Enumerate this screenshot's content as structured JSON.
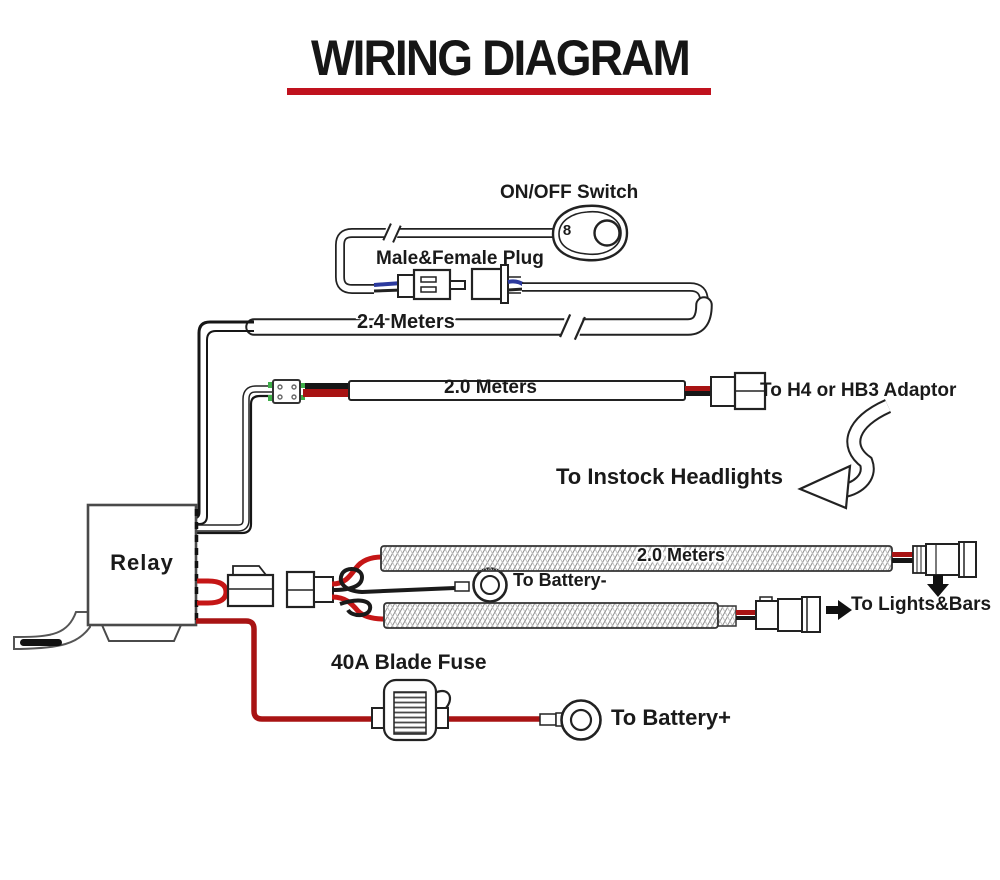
{
  "title": "WIRING DIAGRAM",
  "switch": {
    "label": "ON/OFF Switch",
    "marking": "8"
  },
  "plug": {
    "label": "Male&Female Plug"
  },
  "wires": {
    "main_harness_length": "2.4 Meters",
    "headlight_wire_length": "2.0 Meters",
    "lights_wire_length": "2.0 Meters"
  },
  "relay": {
    "label": "Relay"
  },
  "fuse": {
    "label": "40A Blade Fuse"
  },
  "destinations": {
    "adaptor": "To H4 or HB3 Adaptor",
    "headlights": "To Instock Headlights",
    "battery_negative": "To Battery-",
    "lights_bars": "To Lights&Bars",
    "battery_positive": "To Battery+"
  },
  "colors": {
    "title_underline": "#c0121e",
    "power_wire_red": "#a81313",
    "relay_loop_red": "#c51616",
    "ground_wire_black": "#1a1a1a",
    "connector_pin_green": "#3fae4a",
    "plug_wire_blue": "#2c3a9e"
  },
  "icons": {
    "on_off_switch": "teardrop-switch-icon",
    "curved_arrow": "curved-arrow-down-left-icon",
    "down_arrow": "solid-down-arrow-icon",
    "right_arrow": "solid-right-arrow-icon",
    "ring_terminal": "ring-terminal-icon",
    "fuse_holder": "blade-fuse-holder-icon",
    "relay_bracket": "mounting-bracket-icon",
    "cable_break": "cable-break-mark-icon"
  }
}
